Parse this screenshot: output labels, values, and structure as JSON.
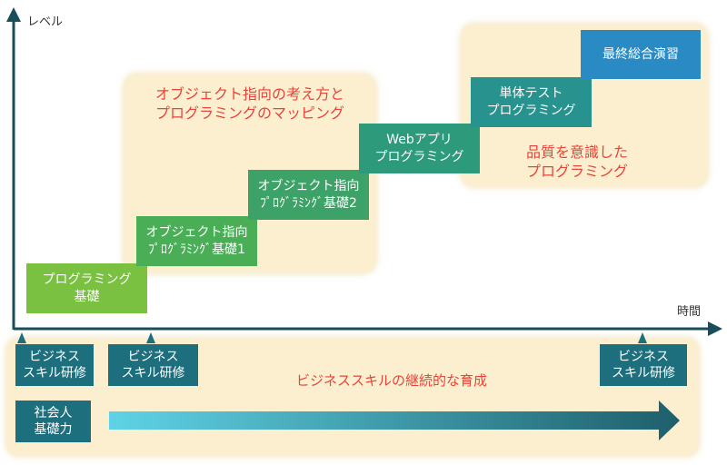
{
  "axes": {
    "y_label": "レベル",
    "x_label": "時間"
  },
  "panels": {
    "oop": {
      "line1": "オブジェクト指向の考え方と",
      "line2": "プログラミングのマッピング"
    },
    "quality": {
      "line1": "品質を意識した",
      "line2": "プログラミング"
    }
  },
  "steps": [
    {
      "line1": "プログラミング",
      "line2": "基礎",
      "color": "#7ac142"
    },
    {
      "line1": "オブジェクト指向",
      "line2": "ﾌﾟﾛｸﾞﾗﾐﾝｸﾞ基礎1",
      "color": "#4aae57"
    },
    {
      "line1": "オブジェクト指向",
      "line2": "ﾌﾟﾛｸﾞﾗﾐﾝｸﾞ基礎2",
      "color": "#3ca267"
    },
    {
      "line1": "Webアプリ",
      "line2": "プログラミング",
      "color": "#2e9a7c"
    },
    {
      "line1": "単体テスト",
      "line2": "プログラミング",
      "color": "#27928e"
    },
    {
      "line1": "最終総合演習",
      "line2": "",
      "color": "#2a8bc4"
    }
  ],
  "timeline": {
    "badges": [
      {
        "line1": "ビジネス",
        "line2": "スキル研修"
      },
      {
        "line1": "ビジネス",
        "line2": "スキル研修"
      },
      {
        "line1": "ビジネス",
        "line2": "スキル研修"
      }
    ],
    "caption": "ビジネススキルの継続的な育成",
    "foundation": {
      "line1": "社会人",
      "line2": "基礎力"
    }
  },
  "colors": {
    "axis": "#1a4d5c",
    "badge": "#1e6f7d",
    "panel": "#fbefcf",
    "accent_text": "#e8443a",
    "arrow_start": "#5fd3e6",
    "arrow_end": "#1e5f6b"
  }
}
